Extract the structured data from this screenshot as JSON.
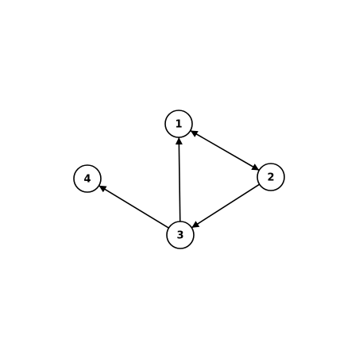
{
  "graph": {
    "directed": true,
    "nodes": [
      {
        "id": "1",
        "label": "1"
      },
      {
        "id": "2",
        "label": "2"
      },
      {
        "id": "3",
        "label": "3"
      },
      {
        "id": "4",
        "label": "4"
      }
    ],
    "edges": [
      {
        "from": "1",
        "to": "2",
        "bidirectional": true
      },
      {
        "from": "2",
        "to": "3",
        "bidirectional": false
      },
      {
        "from": "3",
        "to": "1",
        "bidirectional": false
      },
      {
        "from": "3",
        "to": "4",
        "bidirectional": false
      }
    ],
    "colors": {
      "background": "#ffffff",
      "stroke": "#000000",
      "node_fill": "#ffffff",
      "label": "#000000"
    }
  }
}
